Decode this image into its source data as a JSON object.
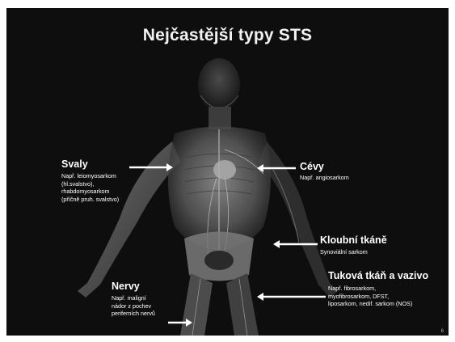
{
  "slide": {
    "title": "Nejčastější typy STS",
    "page_number": "6"
  },
  "labels": {
    "svaly": {
      "heading": "Svaly",
      "lines": [
        "Např. leiomyosarkom",
        "(hl.svalstvo),",
        "rhabdomyosarkom",
        "(příčně pruh. svalstvo)"
      ]
    },
    "cevy": {
      "heading": "Cévy",
      "lines": [
        "Např. angiosarkom"
      ]
    },
    "kloubni": {
      "heading": "Kloubní  tkáně",
      "lines": [
        "Synoviální   sarkom"
      ]
    },
    "tukova": {
      "heading": "Tuková tkáň a vazivo",
      "lines": [
        "Např. fibrosarkom,",
        "myofibrosarkom,   DFST,",
        "liposarkom,  nedif. sarkom (NOS)"
      ]
    },
    "nervy": {
      "heading": "Nervy",
      "lines": [
        "Např. maligní",
        "nádor z pochev",
        "periferních  nervů"
      ]
    }
  },
  "colors": {
    "background": "#0e0e0e",
    "text": "#ffffff",
    "arrow": "#ffffff"
  },
  "icons": [
    "anatomy-figure-image",
    "arrow-icon"
  ]
}
